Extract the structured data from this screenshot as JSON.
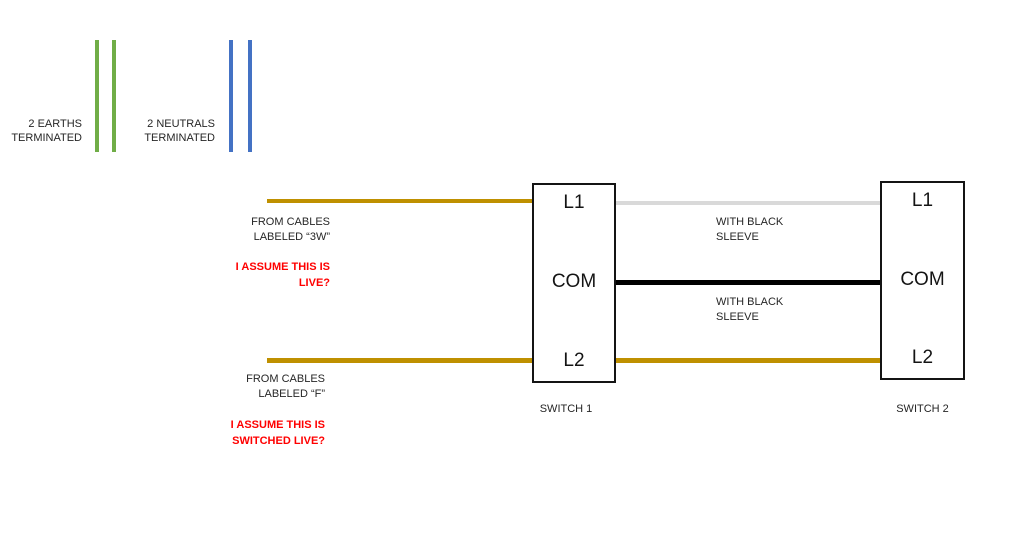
{
  "colors": {
    "earth_green": "#70AD47",
    "neutral_blue": "#4472C4",
    "live_gold": "#BF9000",
    "sleeve_black": "#000000",
    "sleeve_gray": "#D9D9D9",
    "warning_red": "#FF0000"
  },
  "terminations": {
    "earths_label": "2 EARTHS\nTERMINATED",
    "neutrals_label": "2 NEUTRALS\nTERMINATED"
  },
  "feeds": {
    "top": {
      "source": "FROM CABLES\nLABELED “3W”",
      "note": "I ASSUME THIS IS\nLIVE?"
    },
    "bottom": {
      "source": "FROM CABLES\nLABELED “F”",
      "note": "I ASSUME THIS IS\nSWITCHED LIVE?"
    }
  },
  "links": {
    "l1_sleeve_note": "WITH BLACK\nSLEEVE",
    "com_sleeve_note": "WITH BLACK\nSLEEVE"
  },
  "switches": {
    "switch1": {
      "l1": "L1",
      "com": "COM",
      "l2": "L2",
      "caption": "SWITCH 1"
    },
    "switch2": {
      "l1": "L1",
      "com": "COM",
      "l2": "L2",
      "caption": "SWITCH 2"
    }
  }
}
